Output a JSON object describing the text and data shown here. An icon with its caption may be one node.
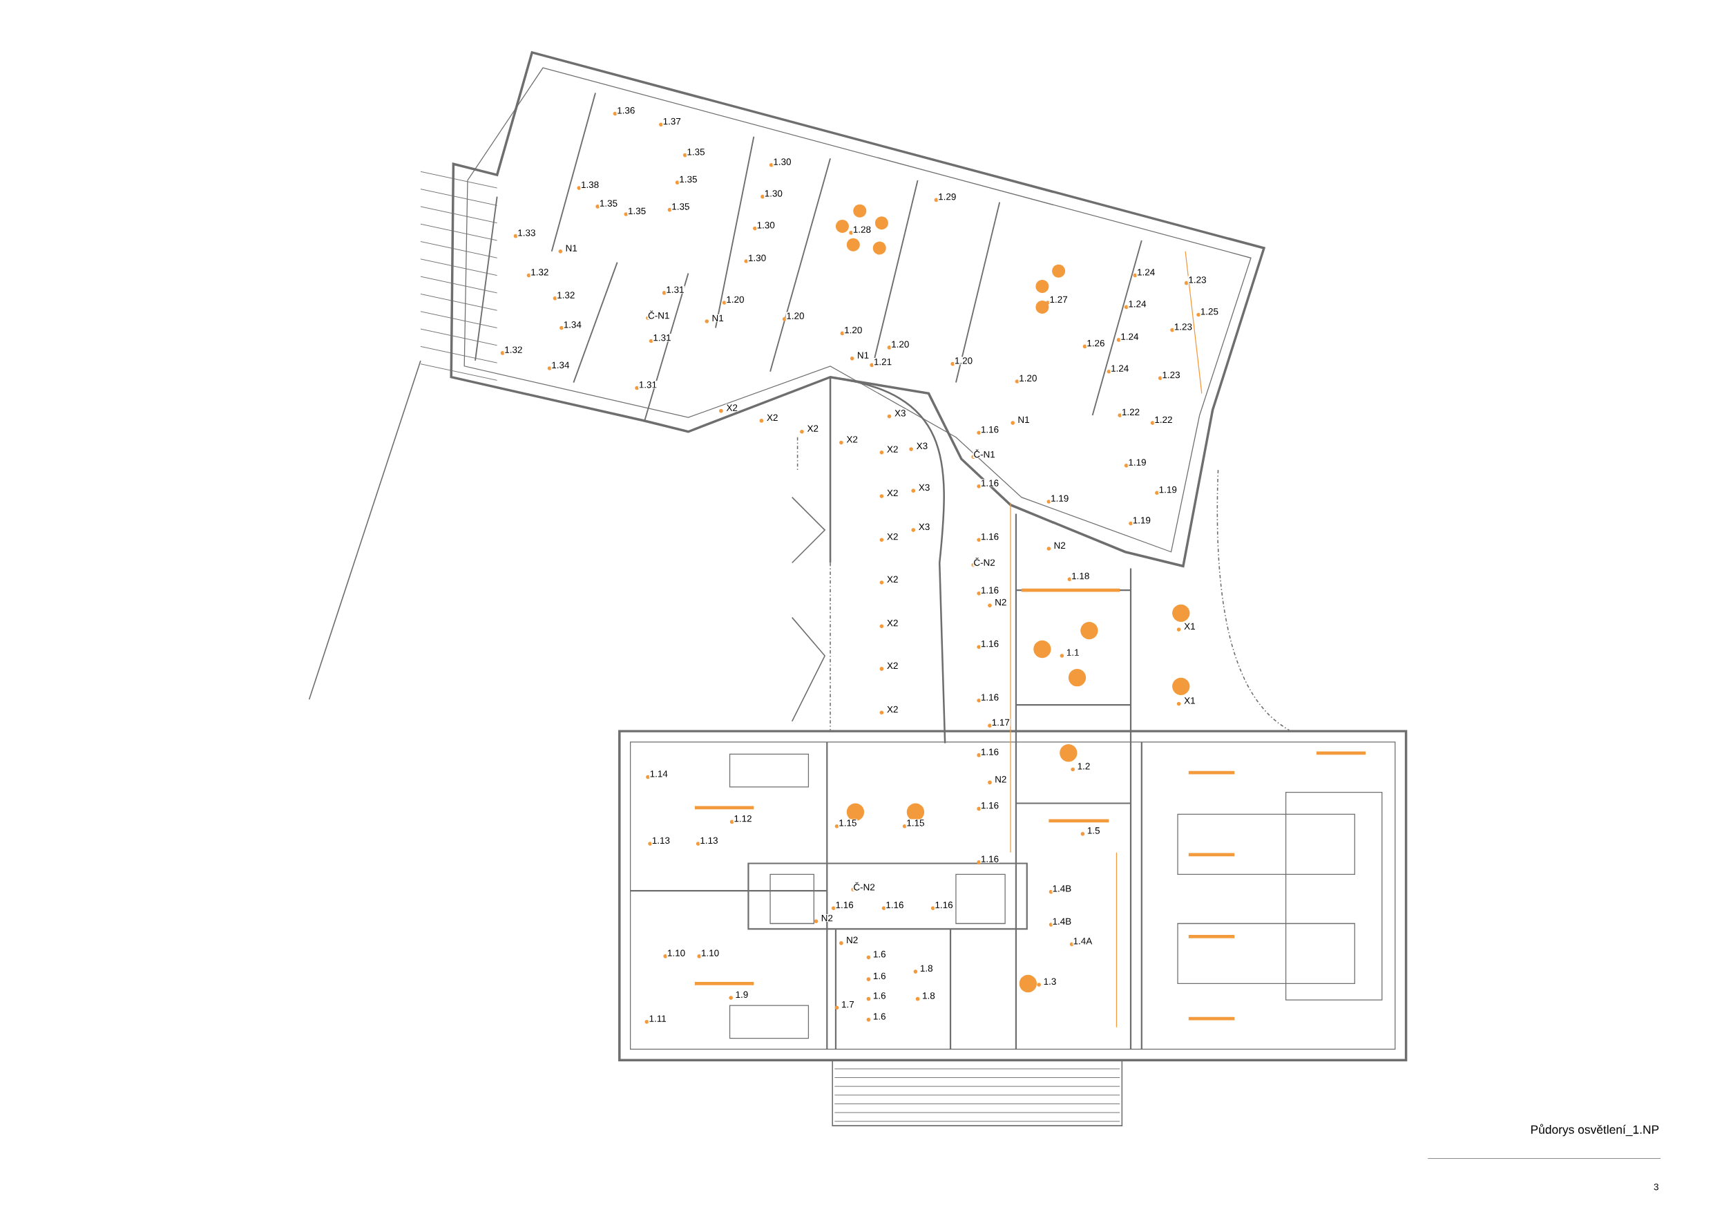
{
  "diagram": {
    "title": "Půdorys osvětlení_1.NP",
    "labels": [
      "1.36",
      "1.37",
      "1.35",
      "1.35",
      "1.38",
      "1.35",
      "1.35",
      "1.35",
      "1.33",
      "N1",
      "1.32",
      "1.32",
      "1.31",
      "Č-N1",
      "1.34",
      "1.31",
      "1.32",
      "1.34",
      "1.31",
      "N1",
      "1.30",
      "1.30",
      "1.30",
      "1.28",
      "1.30",
      "1.29",
      "1.20",
      "1.20",
      "1.20",
      "1.20",
      "N1",
      "1.21",
      "1.20",
      "1.27",
      "1.24",
      "1.23",
      "1.24",
      "1.25",
      "1.23",
      "1.26",
      "1.24",
      "1.24",
      "1.23",
      "1.20",
      "N1",
      "1.22",
      "1.22",
      "1.19",
      "1.19",
      "1.19",
      "1.19",
      "X2",
      "X2",
      "X2",
      "X3",
      "X2",
      "X2",
      "X3",
      "1.16",
      "Č-N1",
      "1.16",
      "X3",
      "X2",
      "X3",
      "X2",
      "1.16",
      "Č-N2",
      "N2",
      "1.18",
      "1.16",
      "N2",
      "X2",
      "X2",
      "X2",
      "X2",
      "1.16",
      "1.1",
      "X1",
      "X1",
      "1.16",
      "1.17",
      "1.16",
      "1.2",
      "N2",
      "1.16",
      "1.5",
      "1.16",
      "1.14",
      "1.12",
      "1.13",
      "1.13",
      "1.15",
      "1.15",
      "Č-N2",
      "1.16",
      "1.16",
      "1.16",
      "1.4B",
      "1.4B",
      "N2",
      "N2",
      "1.4A",
      "1.10",
      "1.10",
      "1.6",
      "1.8",
      "1.6",
      "1.3",
      "1.9",
      "1.6",
      "1.8",
      "1.11",
      "1.7",
      "1.6",
      "3"
    ]
  }
}
